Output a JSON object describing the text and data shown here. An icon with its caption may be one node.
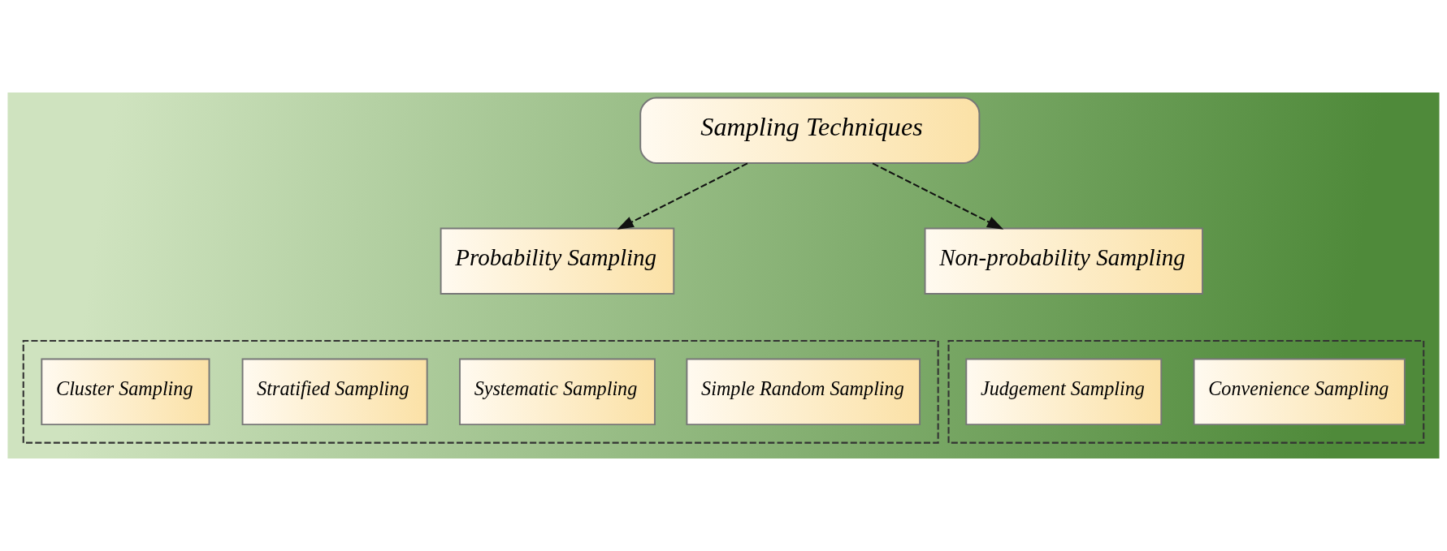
{
  "diagram": {
    "nodes": [
      {
        "text": [
          "Sampling Techniques"
        ]
      },
      {
        "text": [
          "Probability Sampling"
        ]
      },
      {
        "text": [
          "Non-probability Sampling"
        ]
      },
      {
        "text": [],
        "shape": "box"
      },
      {
        "text": [
          "Simple Random Sampling"
        ],
        "in": 3
      },
      {
        "text": [
          "Systematic Sampling"
        ],
        "in": 3
      },
      {
        "text": [
          "Stratified Sampling"
        ],
        "in": 3
      },
      {
        "text": [
          "Cluster Sampling"
        ],
        "in": 3
      },
      {
        "text": [],
        "shape": "box"
      },
      {
        "text": [
          "Convenience Sampling"
        ],
        "in": 8
      },
      {
        "text": [
          "Judgement Sampling"
        ],
        "in": 8
      }
    ],
    "edges": [
      {
        "from": 0,
        "to": 1,
        "arrow": "to",
        "style": "dashed"
      },
      {
        "from": 0,
        "to": 2,
        "arrow": "to",
        "style": "dashed"
      }
    ]
  }
}
